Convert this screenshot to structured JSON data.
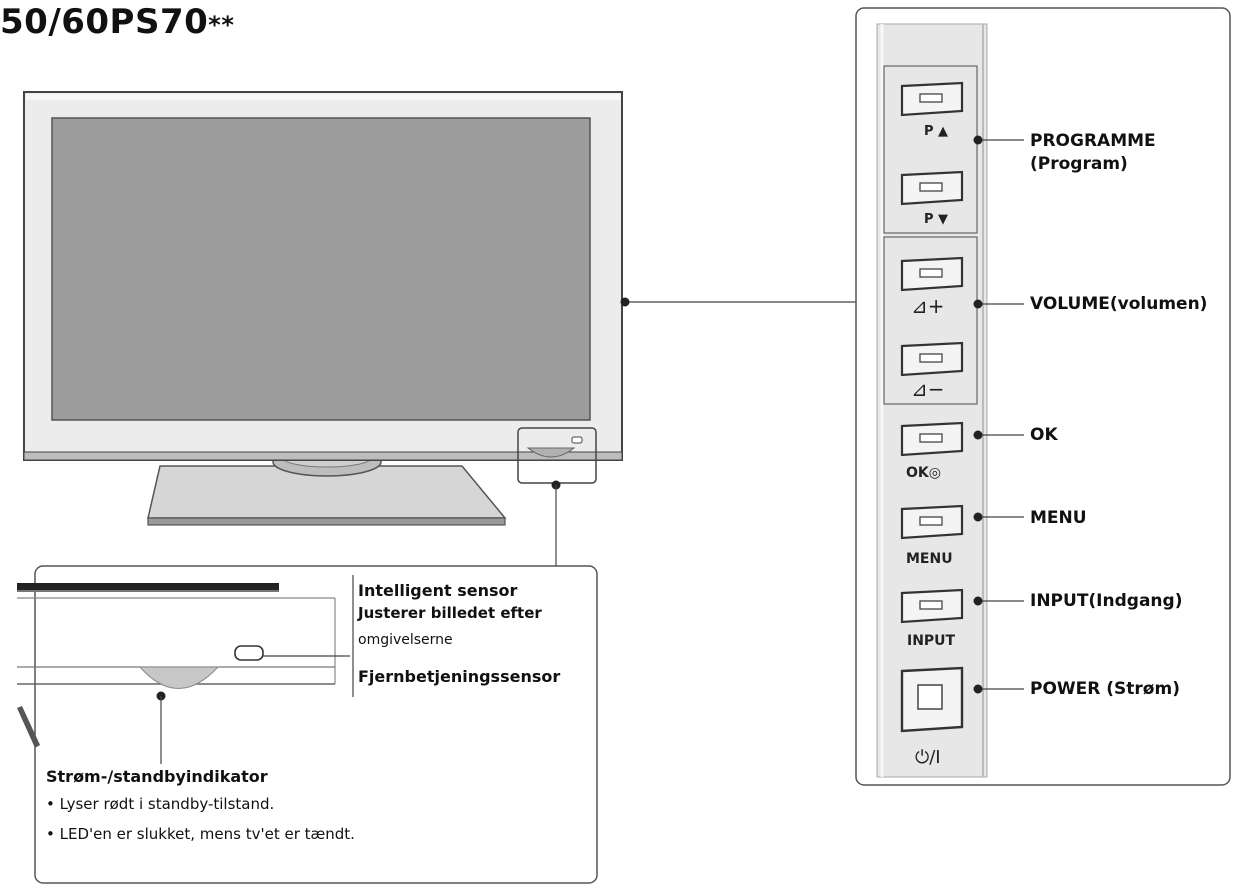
{
  "title": {
    "main": "50/60PS70",
    "suffix": "**"
  },
  "side_panel": {
    "buttons": [
      {
        "id": "p-up",
        "label": "P ▲"
      },
      {
        "id": "p-down",
        "label": "P ▼"
      },
      {
        "id": "vol-up",
        "label": "⊿+"
      },
      {
        "id": "vol-down",
        "label": "⊿−"
      },
      {
        "id": "ok",
        "label": "OK◎"
      },
      {
        "id": "menu",
        "label": "MENU"
      },
      {
        "id": "input",
        "label": "INPUT"
      },
      {
        "id": "power",
        "label": "⏻/I"
      }
    ],
    "callouts": {
      "programme_1": "PROGRAMME",
      "programme_2": "(Program)",
      "volume": "VOLUME(volumen)",
      "ok": "OK",
      "menu": "MENU",
      "input": "INPUT(Indgang)",
      "power": "POWER (Strøm)"
    }
  },
  "detail": {
    "intelligent_sensor": "Intelligent sensor",
    "adjust_line1": "Justerer billedet efter",
    "adjust_line2": "omgivelserne",
    "remote_sensor": "Fjernbetjeningssensor",
    "power_indicator": "Strøm-/standbyindikator",
    "bullets": [
      "Lyser rødt i standby-tilstand.",
      "LED'en er slukket, mens tv'et er tændt."
    ]
  }
}
